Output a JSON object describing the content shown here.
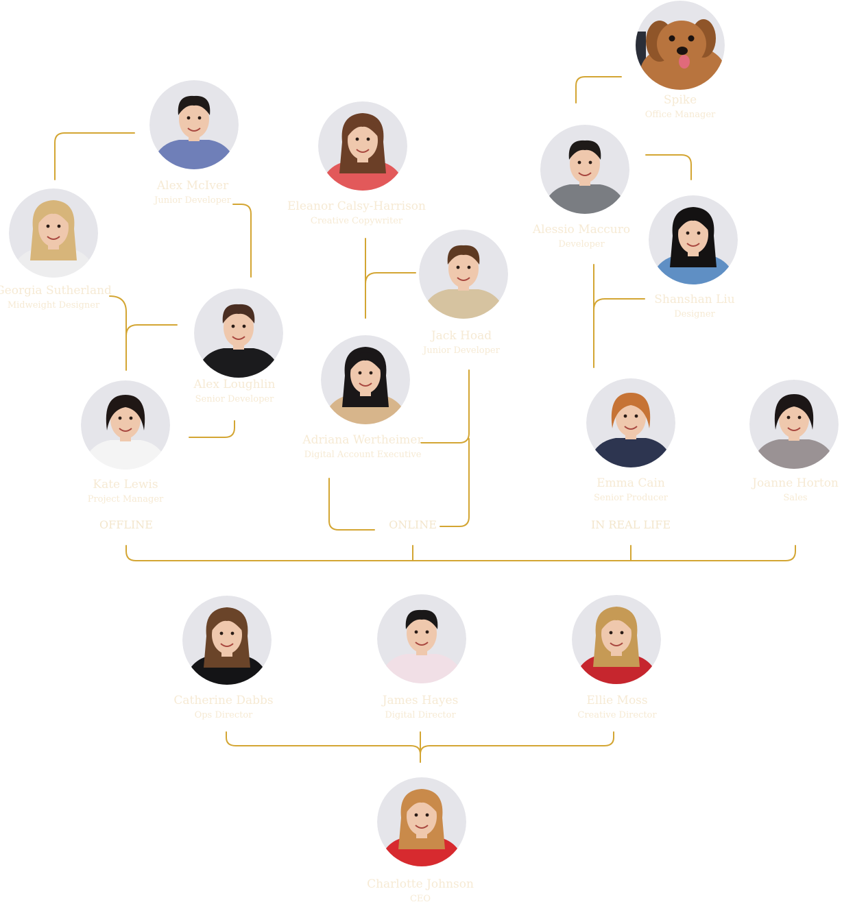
{
  "people": [
    {
      "id": "spike",
      "name": "Spike",
      "role": "Office Manager",
      "kind": "dog",
      "hair": "#b8743e",
      "top": "#b8743e"
    },
    {
      "id": "alex-mciver",
      "name": "Alex McIver",
      "role": "Junior Developer",
      "kind": "person",
      "hair": "#1f1a18",
      "top": "#6f7fb8",
      "hair_style": "short"
    },
    {
      "id": "eleanor-calsy-harrison",
      "name": "Eleanor Calsy-Harrison",
      "role": "Creative Copywriter",
      "kind": "person",
      "hair": "#6b3f27",
      "top": "#e2595a",
      "hair_style": "long"
    },
    {
      "id": "alessio-maccuro",
      "name": "Alessio Maccuro",
      "role": "Developer",
      "kind": "person",
      "hair": "#1e1a18",
      "top": "#7a7d82",
      "hair_style": "short"
    },
    {
      "id": "shanshan-liu",
      "name": "Shanshan Liu",
      "role": "Designer",
      "kind": "person",
      "hair": "#141212",
      "top": "#5f8fc4",
      "hair_style": "long"
    },
    {
      "id": "georgia-sutherland",
      "name": "Georgia Sutherland",
      "role": "Midweight Designer",
      "kind": "person",
      "hair": "#d7b57a",
      "top": "#ededee",
      "hair_style": "long"
    },
    {
      "id": "alex-loughlin",
      "name": "Alex Loughlin",
      "role": "Senior Developer",
      "kind": "person",
      "hair": "#4a2e22",
      "top": "#1b1b1d",
      "hair_style": "short"
    },
    {
      "id": "jack-hoad",
      "name": "Jack Hoad",
      "role": "Junior Developer",
      "kind": "person",
      "hair": "#5e3a22",
      "top": "#d6c3a0",
      "hair_style": "short"
    },
    {
      "id": "adriana-wertheimer",
      "name": "Adriana Wertheimer",
      "role": "Digital Account Executive",
      "kind": "person",
      "hair": "#1a1718",
      "top": "#d7b58b",
      "hair_style": "long"
    },
    {
      "id": "kate-lewis",
      "name": "Kate Lewis",
      "role": "Project Manager",
      "kind": "person",
      "hair": "#1f1715",
      "top": "#f4f4f4",
      "hair_style": "bob"
    },
    {
      "id": "emma-cain",
      "name": "Emma Cain",
      "role": "Senior Producer",
      "kind": "person",
      "hair": "#c67335",
      "top": "#2d3550",
      "hair_style": "bob"
    },
    {
      "id": "joanne-horton",
      "name": "Joanne Horton",
      "role": "Sales",
      "kind": "person",
      "hair": "#1c1616",
      "top": "#9a9294",
      "hair_style": "bob"
    },
    {
      "id": "catherine-dabbs",
      "name": "Catherine Dabbs",
      "role": "Ops Director",
      "kind": "person",
      "hair": "#6a4429",
      "top": "#141416",
      "hair_style": "long"
    },
    {
      "id": "james-hayes",
      "name": "James Hayes",
      "role": "Digital Director",
      "kind": "person",
      "hair": "#1a1818",
      "top": "#f1dfe6",
      "hair_style": "short"
    },
    {
      "id": "ellie-moss",
      "name": "Ellie Moss",
      "role": "Creative Director",
      "kind": "person",
      "hair": "#c69a55",
      "top": "#c6262e",
      "hair_style": "long"
    },
    {
      "id": "charlotte-johnson",
      "name": "Charlotte Johnson",
      "role": "CEO",
      "kind": "person",
      "hair": "#c98a4a",
      "top": "#d72a2f",
      "hair_style": "long"
    }
  ],
  "groups": [
    {
      "id": "offline",
      "label": "OFFLINE"
    },
    {
      "id": "online",
      "label": "ONLINE"
    },
    {
      "id": "in-real-life",
      "label": "IN REAL LIFE"
    }
  ],
  "colors": {
    "line": "#d3a532",
    "label_text": "#f6ead4",
    "avatar_bg": "#e5e5ea"
  }
}
